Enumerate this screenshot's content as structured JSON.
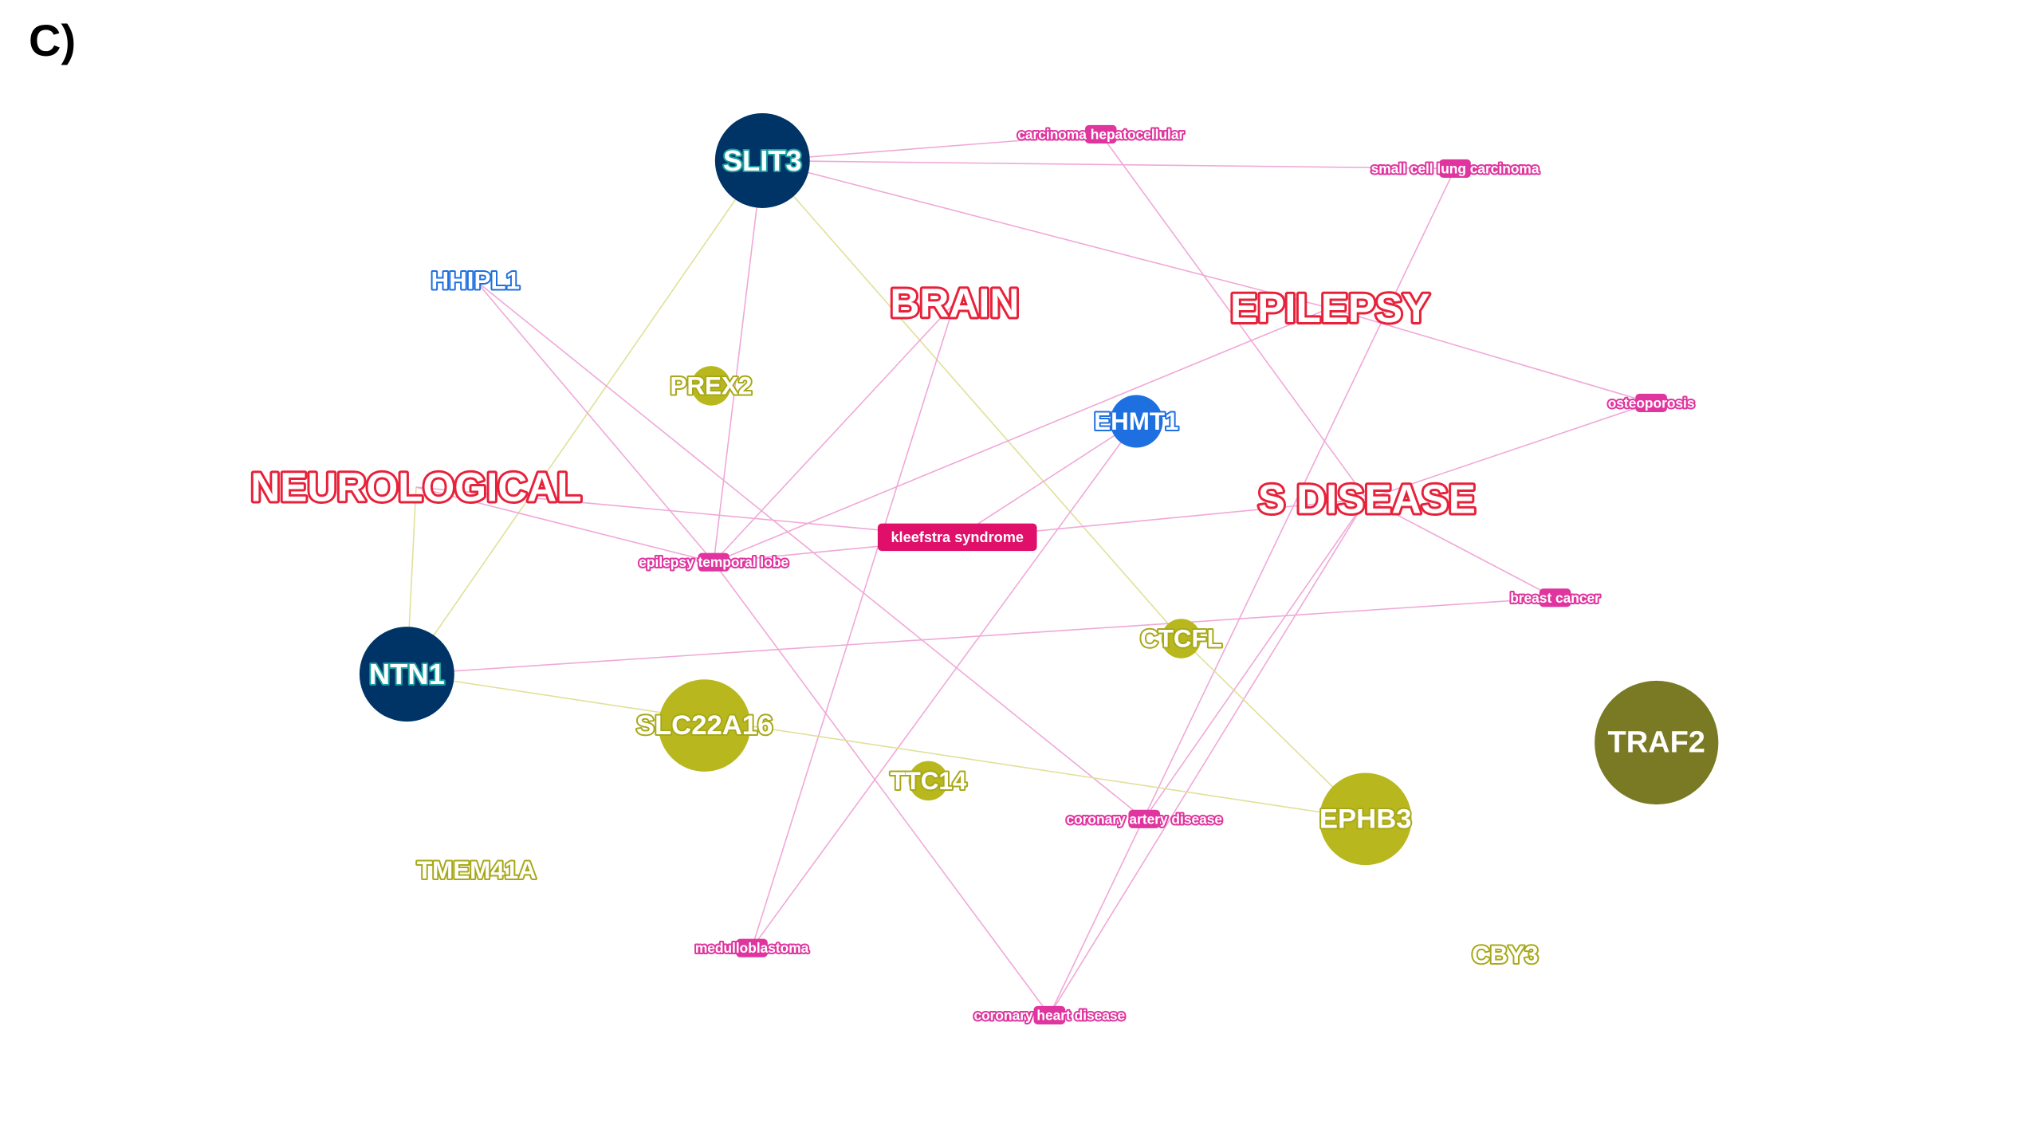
{
  "panel_label": "C)",
  "colors": {
    "gene_dark_navy": "#003366",
    "gene_blue": "#1e6fe0",
    "gene_olive": "#b8b81e",
    "gene_dark_olive": "#7a7a24",
    "disease_pink": "#e0359e",
    "disease_magenta": "#e0106a",
    "category_red": "#e8213a",
    "edge_pink": "#f0a8d8",
    "edge_yellow": "#e0e09a"
  },
  "nodes": [
    {
      "id": "SLIT3",
      "label": "SLIT3",
      "kind": "gene-navy"
    },
    {
      "id": "NTN1",
      "label": "NTN1",
      "kind": "gene-navy"
    },
    {
      "id": "HHIPL1",
      "label": "HHIPL1",
      "kind": "gene-blue-text"
    },
    {
      "id": "EHMT1",
      "label": "EHMT1",
      "kind": "gene-blue"
    },
    {
      "id": "PREX2",
      "label": "PREX2",
      "kind": "gene-olive-small"
    },
    {
      "id": "CTCFL",
      "label": "CTCFL",
      "kind": "gene-olive-small"
    },
    {
      "id": "SLC22A16",
      "label": "SLC22A16",
      "kind": "gene-olive"
    },
    {
      "id": "TTC14",
      "label": "TTC14",
      "kind": "gene-olive-small"
    },
    {
      "id": "EPHB3",
      "label": "EPHB3",
      "kind": "gene-olive"
    },
    {
      "id": "TRAF2",
      "label": "TRAF2",
      "kind": "gene-dark-olive"
    },
    {
      "id": "TMEM41A",
      "label": "TMEM41A",
      "kind": "gene-olive-text"
    },
    {
      "id": "CBY3",
      "label": "CBY3",
      "kind": "gene-olive-text"
    },
    {
      "id": "BRAIN",
      "label": "BRAIN",
      "kind": "category"
    },
    {
      "id": "EPILEPSY",
      "label": "EPILEPSY",
      "kind": "category"
    },
    {
      "id": "NEUROLOGICAL",
      "label": "NEUROLOGICAL",
      "kind": "category"
    },
    {
      "id": "SDISEASE",
      "label": "S DISEASE",
      "kind": "category"
    },
    {
      "id": "carcinoma",
      "label": "carcinoma hepatocellular",
      "kind": "disease"
    },
    {
      "id": "sclc",
      "label": "small cell lung carcinoma",
      "kind": "disease"
    },
    {
      "id": "osteoporosis",
      "label": "osteoporosis",
      "kind": "disease"
    },
    {
      "id": "kleefstra",
      "label": "kleefstra syndrome",
      "kind": "disease-strong"
    },
    {
      "id": "epilepsy_tl",
      "label": "epilepsy temporal lobe",
      "kind": "disease"
    },
    {
      "id": "breast",
      "label": "breast cancer",
      "kind": "disease"
    },
    {
      "id": "cad",
      "label": "coronary artery disease",
      "kind": "disease"
    },
    {
      "id": "medullo",
      "label": "medulloblastoma",
      "kind": "disease"
    },
    {
      "id": "chd",
      "label": "coronary heart disease",
      "kind": "disease"
    }
  ],
  "edges": [
    {
      "source": "SLIT3",
      "target": "carcinoma",
      "color": "pink"
    },
    {
      "source": "SLIT3",
      "target": "sclc",
      "color": "pink"
    },
    {
      "source": "SLIT3",
      "target": "EPILEPSY",
      "color": "pink"
    },
    {
      "source": "SLIT3",
      "target": "epilepsy_tl",
      "color": "pink"
    },
    {
      "source": "SLIT3",
      "target": "NTN1",
      "color": "yellow"
    },
    {
      "source": "SLIT3",
      "target": "CTCFL",
      "color": "yellow"
    },
    {
      "source": "carcinoma",
      "target": "SDISEASE",
      "color": "pink"
    },
    {
      "source": "sclc",
      "target": "chd",
      "color": "pink"
    },
    {
      "source": "HHIPL1",
      "target": "epilepsy_tl",
      "color": "pink"
    },
    {
      "source": "HHIPL1",
      "target": "cad",
      "color": "pink"
    },
    {
      "source": "BRAIN",
      "target": "epilepsy_tl",
      "color": "pink"
    },
    {
      "source": "BRAIN",
      "target": "medullo",
      "color": "pink"
    },
    {
      "source": "EPILEPSY",
      "target": "epilepsy_tl",
      "color": "pink"
    },
    {
      "source": "EPILEPSY",
      "target": "osteoporosis",
      "color": "pink"
    },
    {
      "source": "NEUROLOGICAL",
      "target": "kleefstra",
      "color": "pink"
    },
    {
      "source": "NEUROLOGICAL",
      "target": "NTN1",
      "color": "yellow"
    },
    {
      "source": "epilepsy_tl",
      "target": "NEUROLOGICAL",
      "color": "pink"
    },
    {
      "source": "epilepsy_tl",
      "target": "SDISEASE",
      "color": "pink"
    },
    {
      "source": "epilepsy_tl",
      "target": "chd",
      "color": "pink"
    },
    {
      "source": "EHMT1",
      "target": "kleefstra",
      "color": "pink"
    },
    {
      "source": "EHMT1",
      "target": "medullo",
      "color": "pink"
    },
    {
      "source": "SDISEASE",
      "target": "osteoporosis",
      "color": "pink"
    },
    {
      "source": "SDISEASE",
      "target": "breast",
      "color": "pink"
    },
    {
      "source": "SDISEASE",
      "target": "cad",
      "color": "pink"
    },
    {
      "source": "SDISEASE",
      "target": "chd",
      "color": "pink"
    },
    {
      "source": "NTN1",
      "target": "breast",
      "color": "pink"
    },
    {
      "source": "NTN1",
      "target": "EPHB3",
      "color": "yellow"
    },
    {
      "source": "CTCFL",
      "target": "EPHB3",
      "color": "yellow"
    }
  ]
}
